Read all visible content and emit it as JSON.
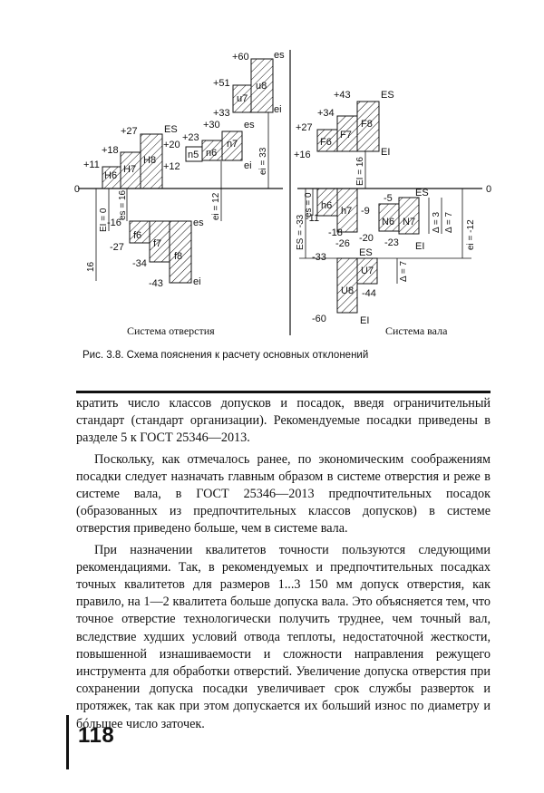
{
  "figure": {
    "caption": "Рис. 3.8. Схема пояснения к расчету основных отклонений",
    "left_title": "Система отверстия",
    "right_title": "Система вала",
    "zero": "0",
    "left_fields": [
      {
        "name": "H6",
        "labels": [
          "+11"
        ]
      },
      {
        "name": "H7",
        "labels": [
          "+18"
        ]
      },
      {
        "name": "H8",
        "labels": [
          "+27",
          "ES"
        ]
      },
      {
        "name": "n5",
        "labels": [
          "+23",
          "+20"
        ]
      },
      {
        "name": "n6",
        "labels": [
          "+12"
        ]
      },
      {
        "name": "n7",
        "labels": [
          "+30",
          "es",
          "ei"
        ]
      },
      {
        "name": "u7",
        "labels": [
          "+51"
        ]
      },
      {
        "name": "u8",
        "labels": [
          "+60",
          "es",
          "+33",
          "ei"
        ]
      },
      {
        "name": "f6",
        "labels": [
          "-16",
          "-27"
        ]
      },
      {
        "name": "f7",
        "labels": [
          "-34"
        ]
      },
      {
        "name": "f8",
        "labels": [
          "-43",
          "es",
          "ei"
        ]
      }
    ],
    "left_dims": {
      "ei_zero": "EI = 0",
      "es_16": "es = 16",
      "ei_12": "ei = 12",
      "ei_33": "ei = 33",
      "side_16": "16"
    },
    "right_fields": [
      {
        "name": "F6",
        "labels": [
          "+27",
          "+16"
        ]
      },
      {
        "name": "F7",
        "labels": [
          "+34"
        ]
      },
      {
        "name": "F8",
        "labels": [
          "+43",
          "ES",
          "EI"
        ]
      },
      {
        "name": "h6",
        "labels": [
          "-11"
        ]
      },
      {
        "name": "h7",
        "labels": [
          "-18"
        ]
      },
      {
        "name": "N6",
        "labels": [
          "-5",
          "ES",
          "-9"
        ]
      },
      {
        "name": "N7",
        "labels": [
          "-20",
          "-23",
          "EI"
        ]
      },
      {
        "name": "U7",
        "labels": [
          "-26",
          "-33",
          "ES"
        ]
      },
      {
        "name": "U8",
        "labels": [
          "-44",
          "-60",
          "EI"
        ]
      }
    ],
    "right_dims": {
      "ei_16": "EI = 16",
      "es_0": "es = 0",
      "es_33": "ES = -33",
      "delta_3": "Δ = 3",
      "delta_7": "Δ = 7",
      "ei_12": "ei = -12",
      "delta_7b": "Δ = 7"
    }
  },
  "text": {
    "p1": "кратить число классов допусков и посадок, введя ограничительный стандарт (стандарт организации). Рекомендуемые посадки приведены в разделе 5 к ГОСТ 25346—2013.",
    "p2": "Поскольку, как отмечалось ранее, по экономическим соображениям посадки следует назначать главным образом в системе отверстия и реже в системе вала, в ГОСТ 25346—2013 предпочтительных посадок (образованных из предпочтительных классов допусков) в системе отверстия приведено больше, чем в системе вала.",
    "p3": "При назначении квалитетов точности пользуются следующими рекомендациями. Так, в рекомендуемых и предпочтительных посадках точных квалитетов для размеров 1...3 150 мм допуск отверстия, как правило, на 1—2 квалитета больше допуска вала. Это объясняется тем, что точное отверстие технологически получить труднее, чем точный вал, вследствие худших условий отвода теплоты, недостаточной жесткости, повышенной изнашиваемости и сложности направления режущего инструмента для обработки отверстий. Увеличение допуска отверстия при сохранении допуска посадки увеличивает срок службы разверток и протяжек, так как при этом допускается их больший износ по диаметру и бóльшее число заточек."
  },
  "page_number": "118"
}
